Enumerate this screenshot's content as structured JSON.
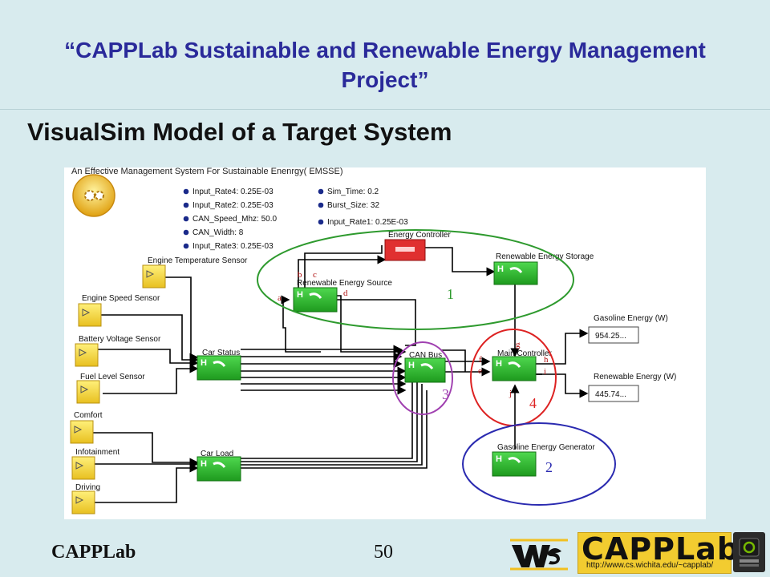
{
  "slide": {
    "title": "“CAPPLab Sustainable and Renewable Energy Management Project”",
    "subtitle": "VisualSim Model of a Target System",
    "footer_left": "CAPPLab",
    "page_number": "50"
  },
  "logos": {
    "capplab_text": "CAPPLab",
    "capplab_url": "http://www.cs.wichita.edu/~capplab/"
  },
  "diagram": {
    "heading": "An Effective Management System For Sustainable Enenrgy( EMSSE)",
    "params_left": [
      "Input_Rate4: 0.25E-03",
      "Input_Rate2: 0.25E-03",
      "CAN_Speed_Mhz: 50.0",
      "CAN_Width: 8",
      "Input_Rate3: 0.25E-03"
    ],
    "params_right": [
      "Sim_Time: 0.2",
      "Burst_Size: 32",
      "Input_Rate1: 0.25E-03"
    ],
    "sensors": [
      "Engine Temperature Sensor",
      "Engine Speed Sensor",
      "Battery Voltage Sensor",
      "Fuel Level Sensor",
      "Comfort",
      "Infotainment",
      "Driving"
    ],
    "blocks": {
      "energy_controller": "Energy Controller",
      "renewable_storage": "Renewable Energy Storage",
      "renewable_source": "Renewable Energy Source",
      "car_status": "Car Status",
      "can_bus": "CAN Bus",
      "main_controller": "Main Controller",
      "car_load": "Car Load",
      "gasoline_generator": "Gasoline Energy Generator"
    },
    "outputs": [
      {
        "label": "Gasoline Energy (W)",
        "value": "954.25..."
      },
      {
        "label": "Renewable Energy (W)",
        "value": "445.74..."
      }
    ],
    "port_letters": [
      "a",
      "b",
      "c",
      "d",
      "e",
      "f",
      "g",
      "h",
      "i",
      "j"
    ],
    "region_numbers": [
      "1",
      "2",
      "3",
      "4"
    ],
    "colors": {
      "region1": "#2e9a2e",
      "region2": "#2a2ab0",
      "region3": "#a040b0",
      "region4": "#dd2222"
    }
  }
}
